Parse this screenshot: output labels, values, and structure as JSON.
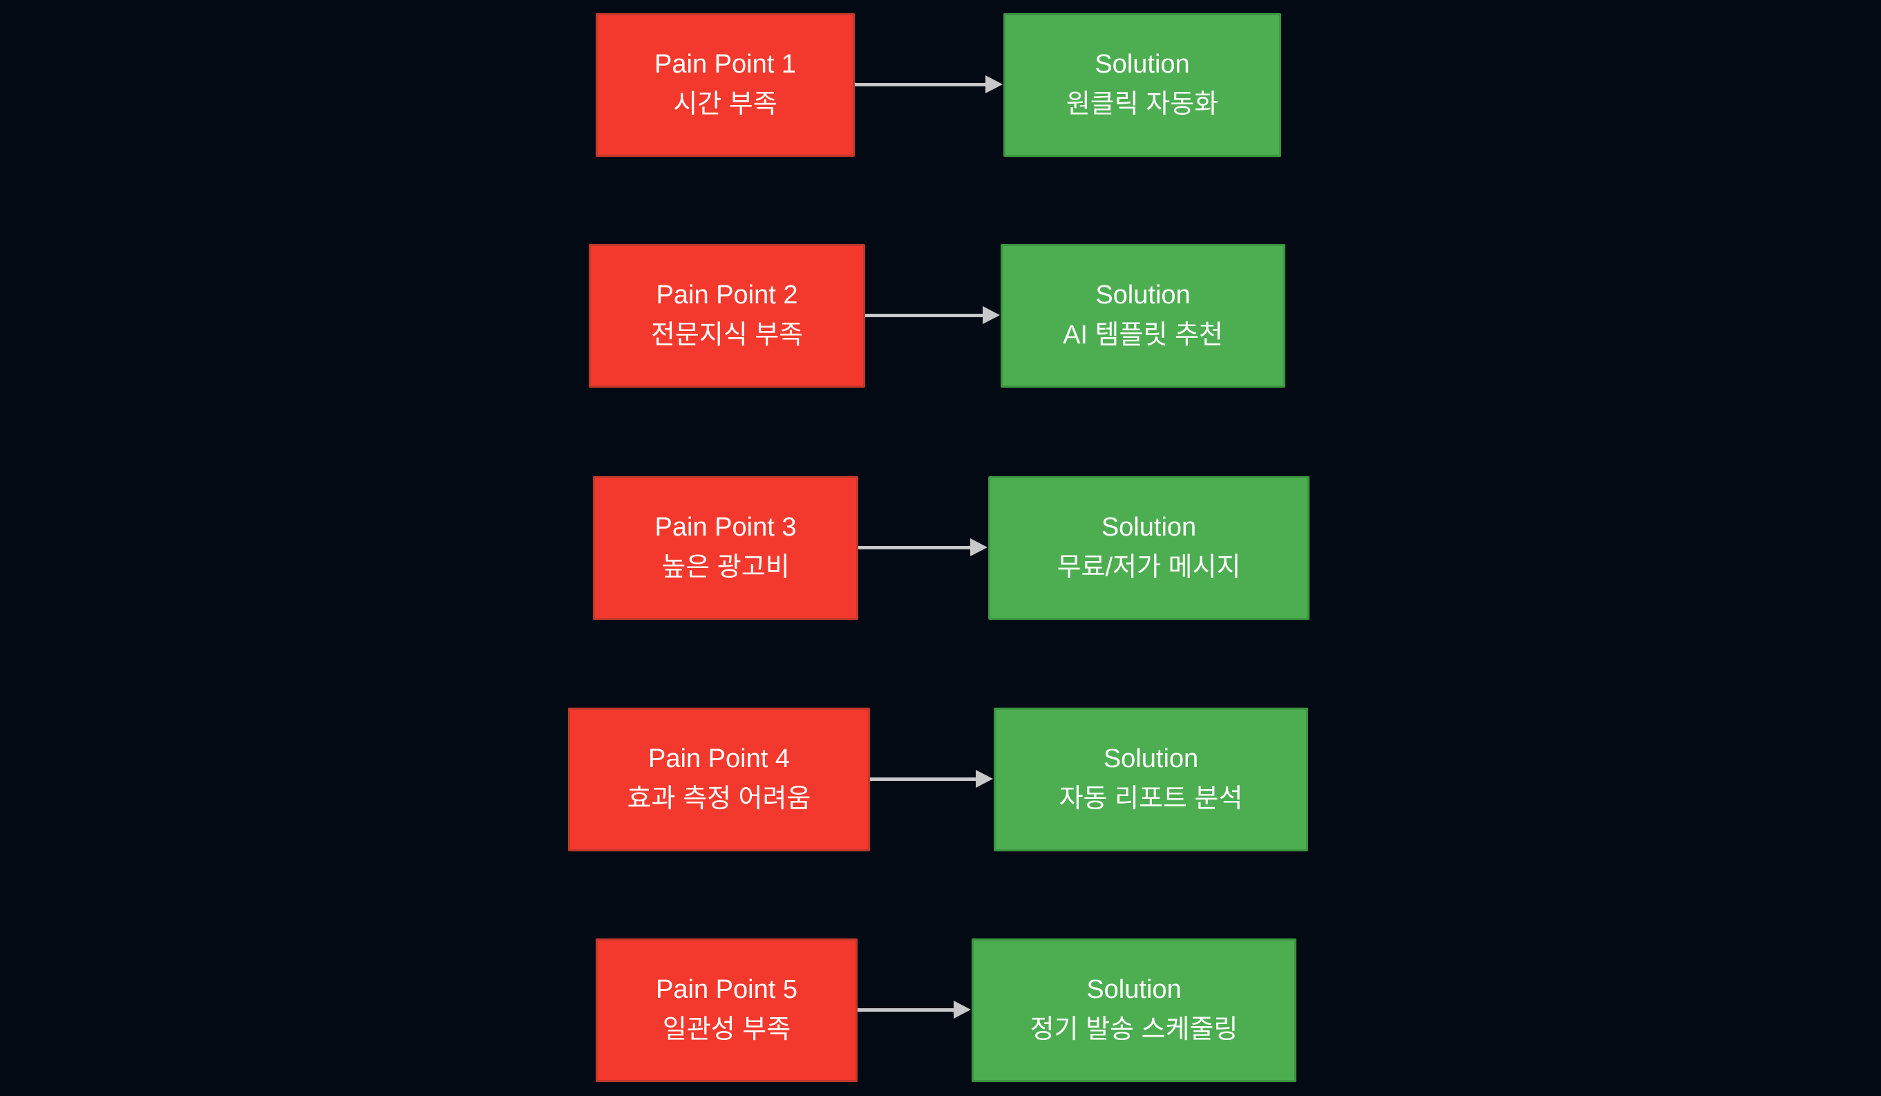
{
  "diagram": {
    "type": "flowchart",
    "background_color": "#030a13",
    "colors": {
      "pain_fill": "#f3392d",
      "pain_border": "#c0392b",
      "solution_fill": "#4cae50",
      "solution_border": "#3c9440",
      "arrow": "#c6c8ca",
      "text": "#ffffff"
    },
    "rows": [
      {
        "pain": {
          "title": "Pain Point 1",
          "label": "시간 부족"
        },
        "solution": {
          "title": "Solution",
          "label": "원클릭 자동화"
        }
      },
      {
        "pain": {
          "title": "Pain Point 2",
          "label": "전문지식 부족"
        },
        "solution": {
          "title": "Solution",
          "label": "AI 템플릿 추천"
        }
      },
      {
        "pain": {
          "title": "Pain Point 3",
          "label": "높은 광고비"
        },
        "solution": {
          "title": "Solution",
          "label": "무료/저가 메시지"
        }
      },
      {
        "pain": {
          "title": "Pain Point 4",
          "label": "효과 측정 어려움"
        },
        "solution": {
          "title": "Solution",
          "label": "자동 리포트 분석"
        }
      },
      {
        "pain": {
          "title": "Pain Point 5",
          "label": "일관성 부족"
        },
        "solution": {
          "title": "Solution",
          "label": "정기 발송 스케줄링"
        }
      }
    ]
  }
}
